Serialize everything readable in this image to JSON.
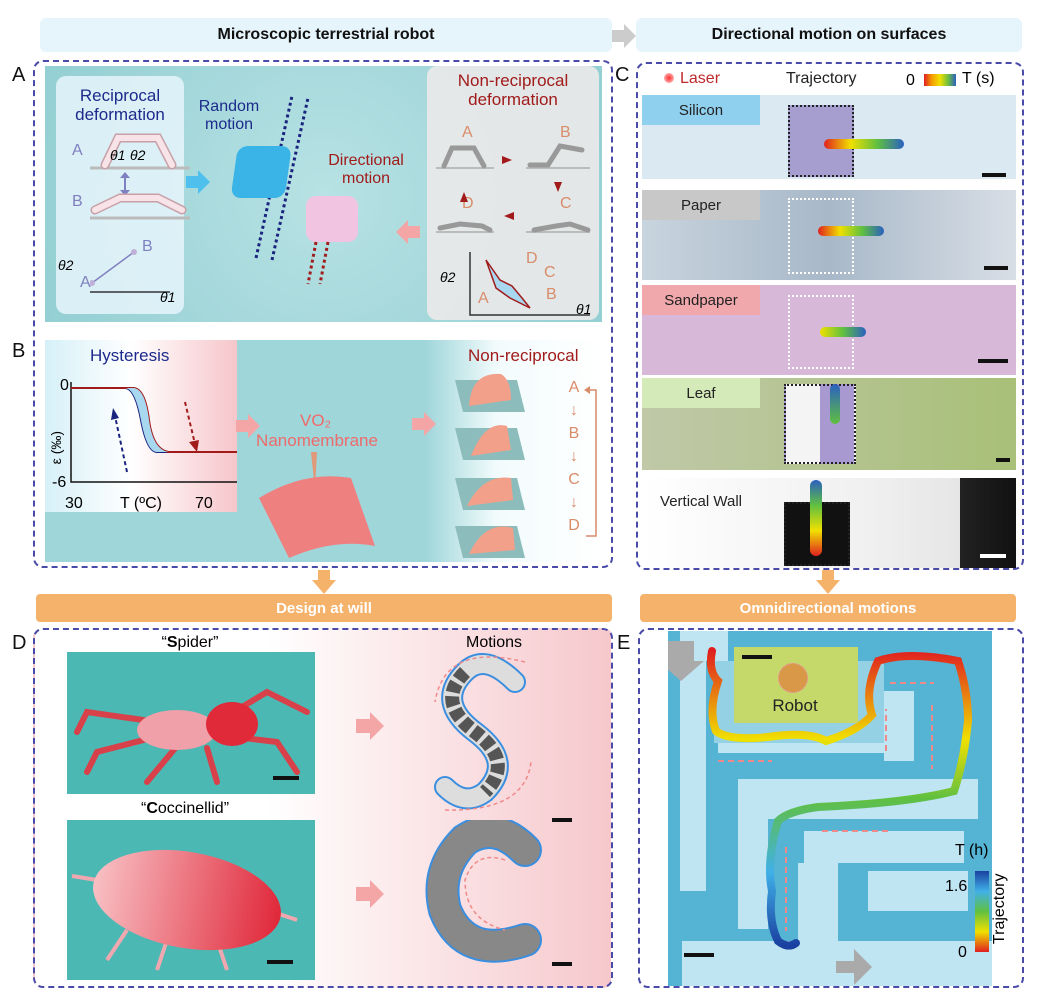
{
  "headers": {
    "left": "Microscopic terrestrial robot",
    "right": "Directional motion on surfaces",
    "design": "Design at will",
    "omni": "Omnidirectional motions"
  },
  "panels": {
    "a": "A",
    "b": "B",
    "c": "C",
    "d": "D",
    "e": "E"
  },
  "panel_a": {
    "reciprocal": "Reciprocal deformation",
    "random": "Random motion",
    "directional": "Directional motion",
    "nonreciprocal": "Non-reciprocal deformation",
    "state_a": "A",
    "state_b": "B",
    "state_c": "C",
    "state_d": "D",
    "theta1": "θ1",
    "theta2": "θ2"
  },
  "panel_b": {
    "hysteresis": "Hysteresis",
    "y_label": "ε (‰)",
    "y_top": "0",
    "y_bottom": "-6",
    "x_min": "30",
    "x_label": "T (ºC)",
    "x_max": "70",
    "vo2": "VO₂",
    "nanomembrane": "Nanomembrane",
    "nonreciprocal": "Non-reciprocal",
    "steps": [
      "A",
      "B",
      "C",
      "D"
    ]
  },
  "panel_c": {
    "laser": "Laser",
    "trajectory": "Trajectory",
    "scale_min": "0",
    "scale_unit": "T (s)",
    "surfaces": [
      "Silicon",
      "Paper",
      "Sandpaper",
      "Leaf",
      "Vertical Wall"
    ]
  },
  "panel_d": {
    "spider_open": "“",
    "spider_bold": "S",
    "spider_rest": "pider”",
    "cocc_open": "“",
    "cocc_bold": "C",
    "cocc_rest": "occinellid”",
    "motions": "Motions"
  },
  "panel_e": {
    "robot": "Robot",
    "t_label": "T (h)",
    "t_max": "1.6",
    "t_min": "0",
    "trajectory": "Trajectory"
  },
  "colors": {
    "header": "#e6f4fb",
    "orange": "#f5b26b",
    "dashed": "#4a4aa8",
    "teal": "#9fd6da"
  }
}
